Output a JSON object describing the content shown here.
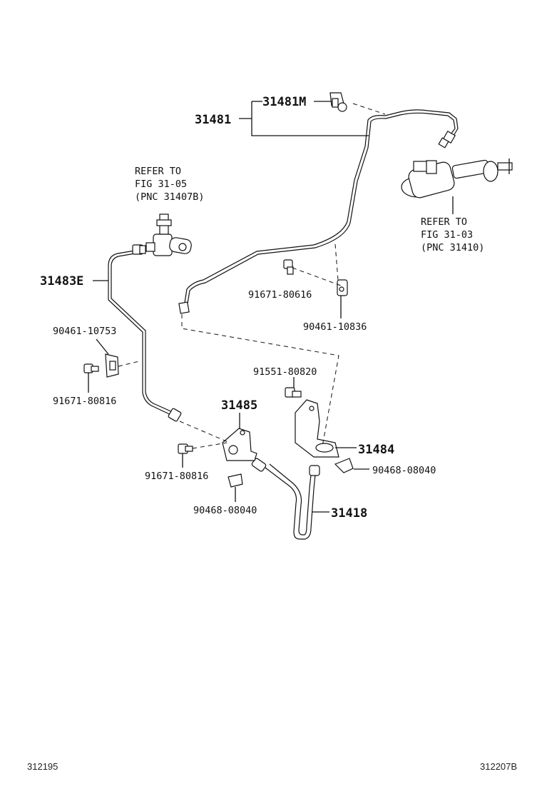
{
  "parts": {
    "p31481": "31481",
    "p31481M": "31481M",
    "p31483E": "31483E",
    "p31485": "31485",
    "p31484": "31484",
    "p31418": "31418",
    "p91671_80616": "91671-80616",
    "p90461_10836": "90461-10836",
    "p90461_10753": "90461-10753",
    "p91671_80816a": "91671-80816",
    "p91551_80820": "91551-80820",
    "p91671_80816b": "91671-80816",
    "p90468_08040a": "90468-08040",
    "p90468_08040b": "90468-08040"
  },
  "refs": {
    "left": {
      "l1": "REFER TO",
      "l2": "FIG 31-05",
      "l3": "(PNC 31407B)"
    },
    "right": {
      "l1": "REFER TO",
      "l2": "FIG 31-03",
      "l3": "(PNC 31410)"
    }
  },
  "footer": {
    "left_code": "312195",
    "right_code": "312207B"
  }
}
